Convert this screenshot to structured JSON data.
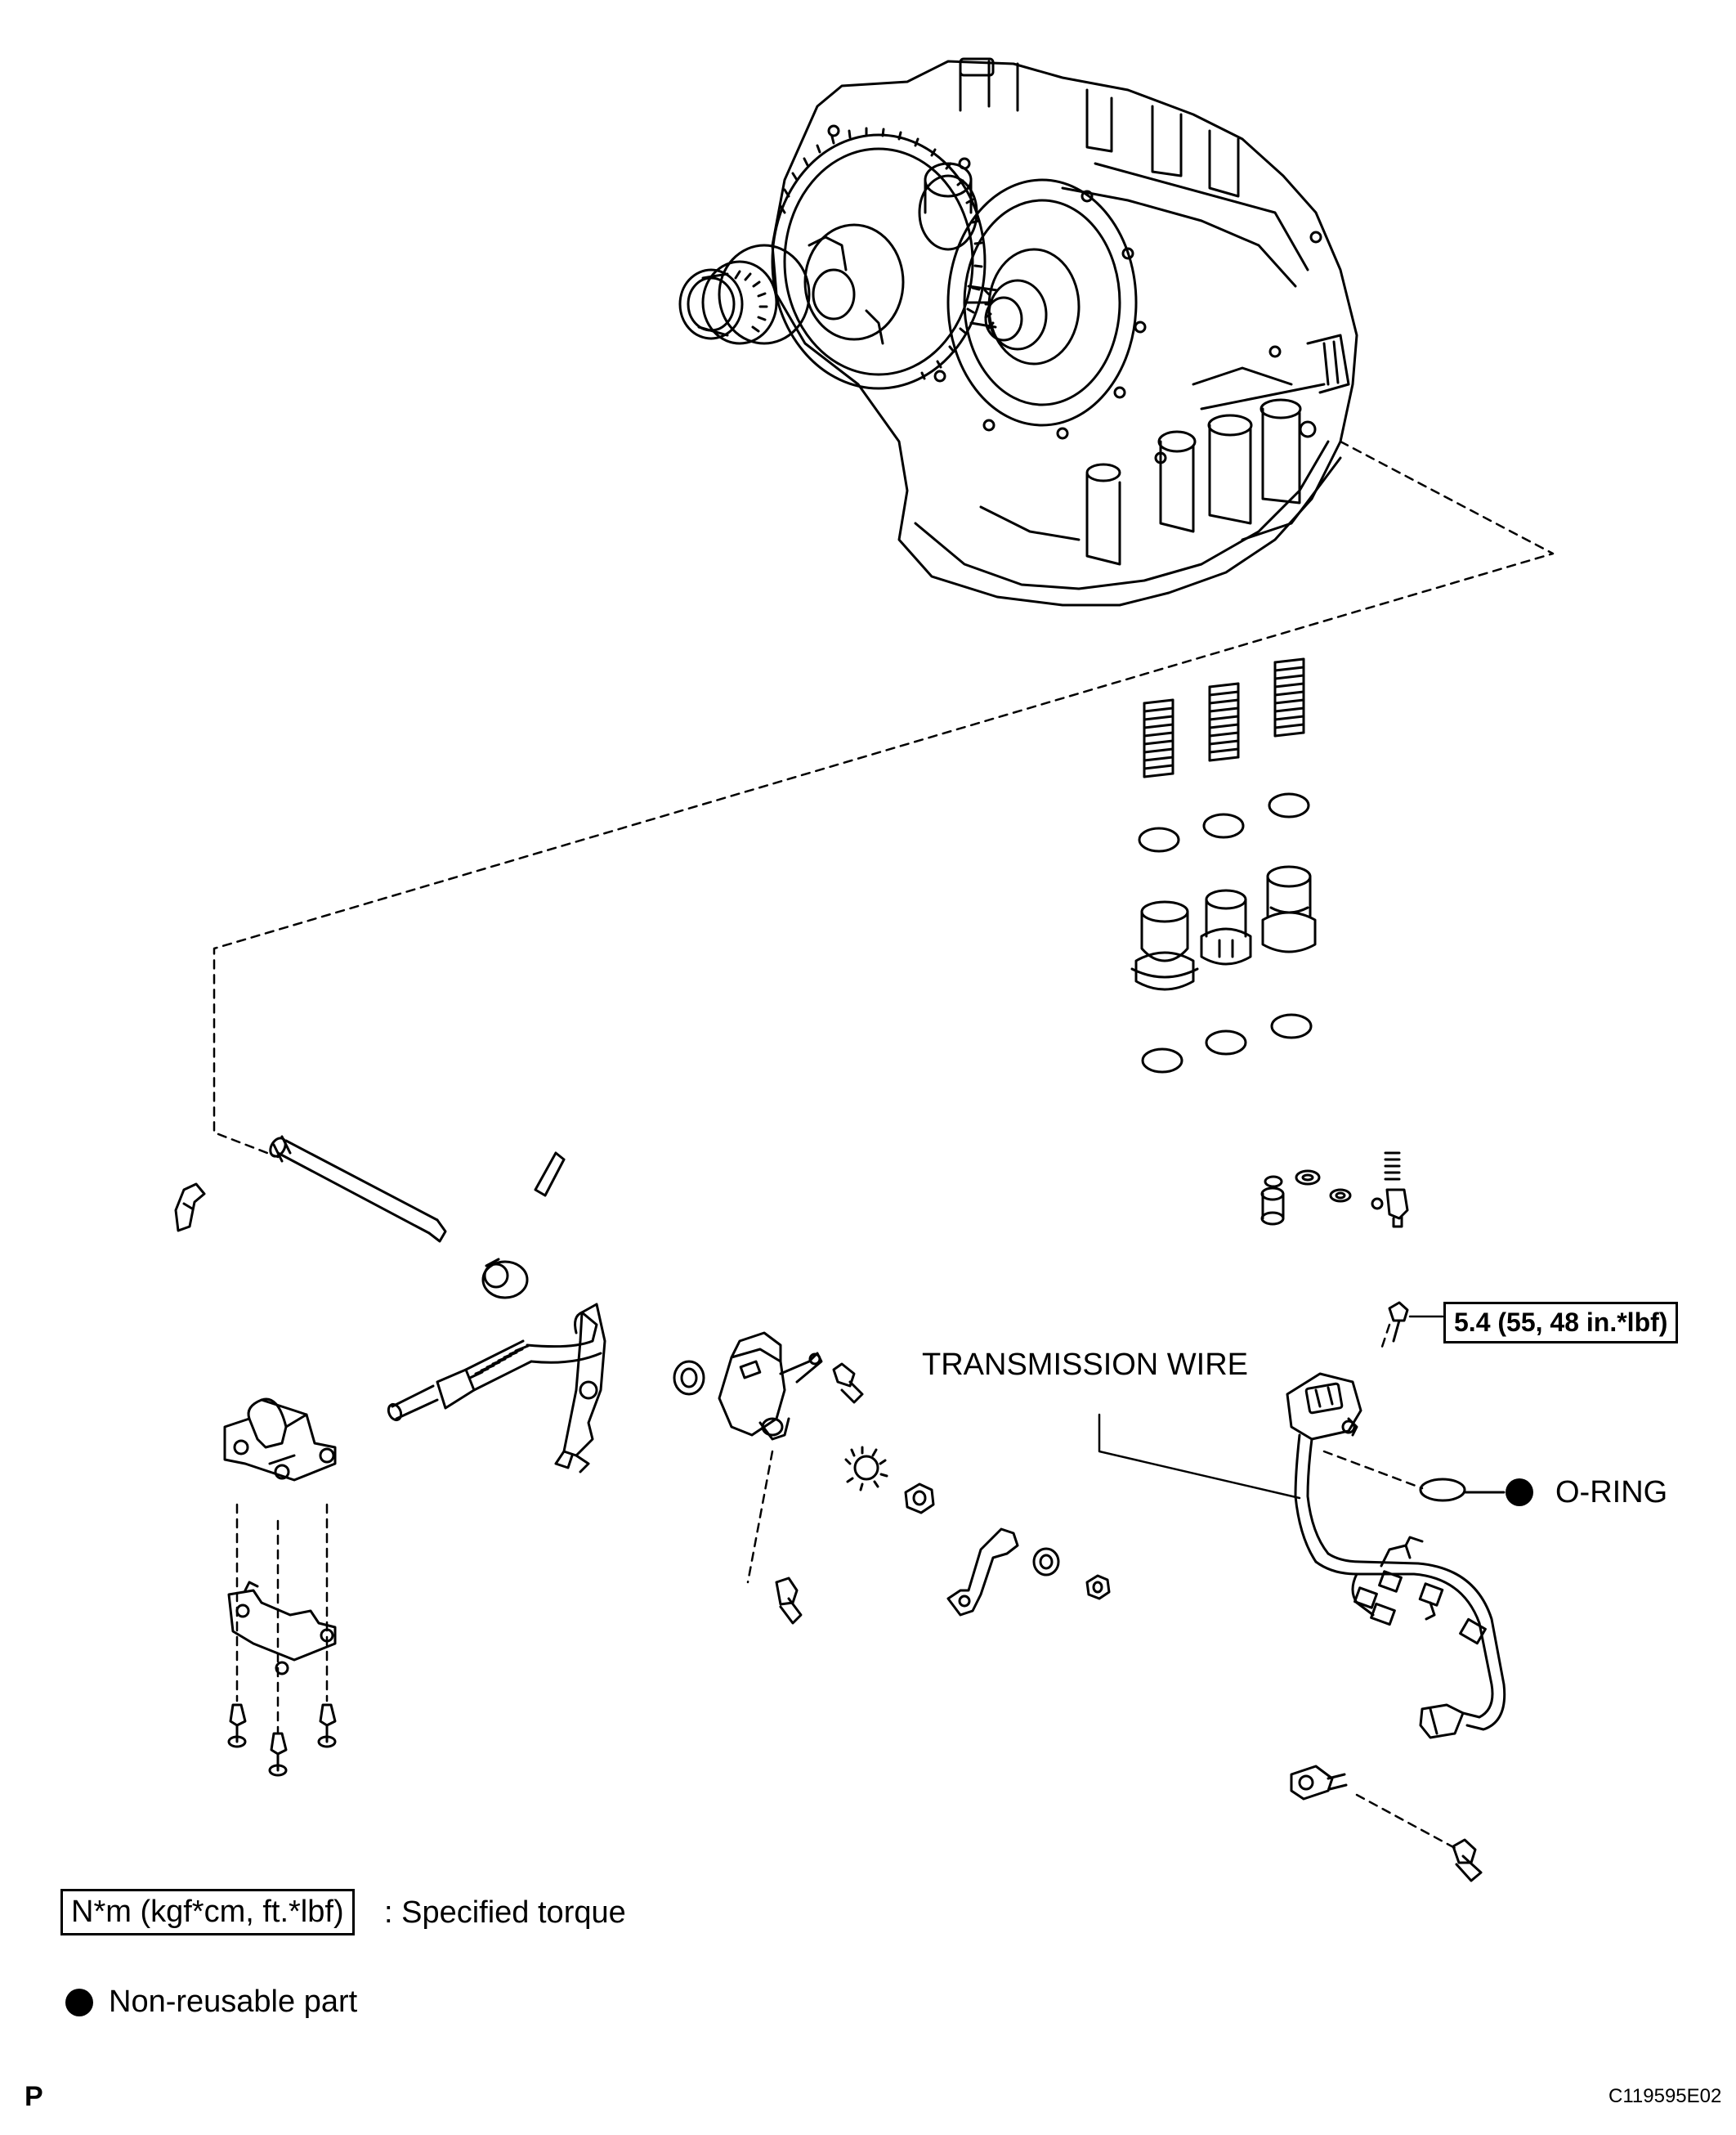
{
  "callouts": {
    "torque_value": "5.4 (55, 48 in.*lbf)",
    "transmission_wire": "TRANSMISSION WIRE",
    "o_ring": "O-RING"
  },
  "legend": {
    "torque_units": "N*m (kgf*cm, ft.*lbf)",
    "torque_desc": ": Specified torque",
    "non_reusable": "Non-reusable part"
  },
  "footer": {
    "page_letter": "P",
    "figure_code": "C119595E02"
  }
}
